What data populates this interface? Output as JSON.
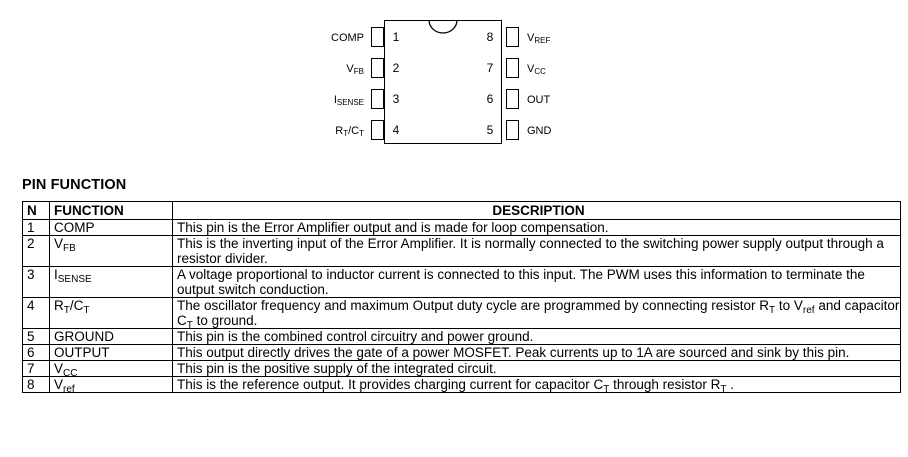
{
  "pinout": {
    "left_pins": [
      {
        "number": "1",
        "label": "COMP",
        "sub": ""
      },
      {
        "number": "2",
        "label": "V",
        "sub": "FB"
      },
      {
        "number": "3",
        "label": "I",
        "sub": "SENSE"
      },
      {
        "number": "4",
        "label": "R",
        "sub": "T",
        "label2": "/C",
        "sub2": "T"
      }
    ],
    "right_pins": [
      {
        "number": "8",
        "label": "V",
        "sub": "REF"
      },
      {
        "number": "7",
        "label": "V",
        "sub": "CC"
      },
      {
        "number": "6",
        "label": "OUT",
        "sub": ""
      },
      {
        "number": "5",
        "label": "GND",
        "sub": ""
      }
    ]
  },
  "section_title": "PIN FUNCTION",
  "table": {
    "headers": {
      "n": "N",
      "function": "FUNCTION",
      "description": "DESCRIPTION"
    },
    "rows": [
      {
        "n": "1",
        "function": "COMP",
        "function_sub": "",
        "function2": "",
        "function_sub2": "",
        "description": "This pin is the Error Amplifier output and is made for loop compensation."
      },
      {
        "n": "2",
        "function": "V",
        "function_sub": "FB",
        "function2": "",
        "function_sub2": "",
        "description": "This is the inverting input of the Error Amplifier. It is normally connected to the switching power supply output through a resistor divider."
      },
      {
        "n": "3",
        "function": "I",
        "function_sub": "SENSE",
        "function2": "",
        "function_sub2": "",
        "description": "A voltage proportional to inductor current is connected to this input. The PWM uses this information to terminate the output switch conduction."
      },
      {
        "n": "4",
        "function": "R",
        "function_sub": "T",
        "function2": "/C",
        "function_sub2": "T",
        "description_parts": [
          "The oscillator frequency and maximum Output duty cycle are programmed by connecting resistor R",
          "T",
          " to V",
          "ref",
          " and capacitor C",
          "T",
          " to ground."
        ]
      },
      {
        "n": "5",
        "function": "GROUND",
        "function_sub": "",
        "function2": "",
        "function_sub2": "",
        "description": "This pin is the combined control circuitry and power ground."
      },
      {
        "n": "6",
        "function": "OUTPUT",
        "function_sub": "",
        "function2": "",
        "function_sub2": "",
        "description": "This output directly drives the gate of a power MOSFET. Peak currents up to 1A are sourced and sink by this pin."
      },
      {
        "n": "7",
        "function": "V",
        "function_sub": "CC",
        "function2": "",
        "function_sub2": "",
        "description": "This pin is the positive supply of the integrated circuit."
      },
      {
        "n": "8",
        "function": "V",
        "function_sub": "ref",
        "function2": "",
        "function_sub2": "",
        "description_parts": [
          "This is the reference output. It provides charging current for capacitor C",
          "T",
          " through resistor R",
          "T",
          " ."
        ]
      }
    ]
  }
}
